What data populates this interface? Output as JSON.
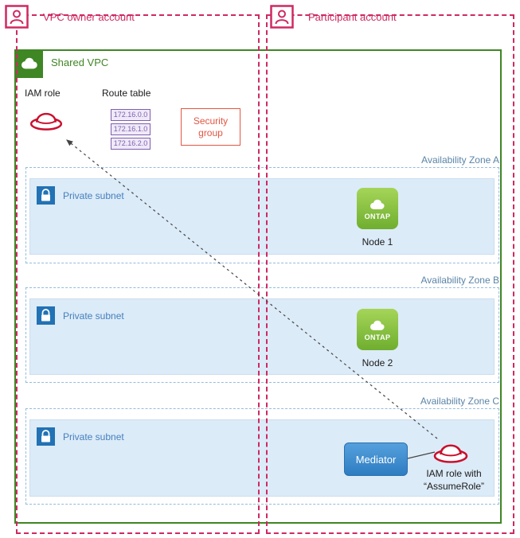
{
  "accounts": {
    "owner": {
      "label": "VPC owner account"
    },
    "participant": {
      "label": "Participant account"
    }
  },
  "vpc": {
    "label": "Shared VPC",
    "iam_role_label": "IAM role",
    "route_table": {
      "label": "Route table",
      "entries": [
        "172.16.0.0",
        "172.16.1.0",
        "172.16.2.0"
      ]
    },
    "security_group_label": "Security group"
  },
  "zones": {
    "a": {
      "label": "Availability Zone A",
      "subnet_label": "Private subnet",
      "node_icon_label": "ONTAP",
      "node_caption": "Node 1"
    },
    "b": {
      "label": "Availability Zone B",
      "subnet_label": "Private subnet",
      "node_icon_label": "ONTAP",
      "node_caption": "Node 2"
    },
    "c": {
      "label": "Availability Zone C",
      "subnet_label": "Private subnet",
      "mediator_label": "Mediator",
      "assume_role_line1": "IAM role with",
      "assume_role_line2": "“AssumeRole”"
    }
  },
  "colors": {
    "account_pink": "#cf2963",
    "vpc_green": "#3f8624",
    "zone_label_blue": "#5b84a7",
    "zone_border_blue": "#93bcdf",
    "subnet_fill": "#dcebf8",
    "subnet_text": "#4580bd",
    "lock_blue": "#2272b5",
    "ontap_green_light": "#a5d558",
    "ontap_green_dark": "#6fae2f",
    "mediator_blue_light": "#55a0dc",
    "mediator_blue_dark": "#2e7dc2",
    "route_purple": "#7e5fb0",
    "route_fill": "#efe9f8",
    "security_red": "#e25744",
    "iam_red": "#c8102e",
    "arrow_gray": "#444444",
    "text_black": "#1a1a1a"
  }
}
